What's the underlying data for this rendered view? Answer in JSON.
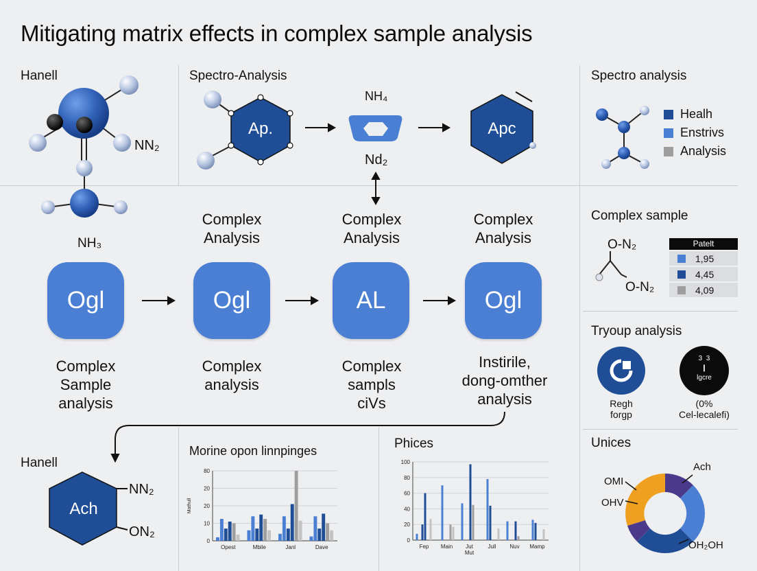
{
  "title": "Mitigating matrix effects in complex sample analysis",
  "top_left": {
    "label": "Hanell",
    "nn2": "NN₂",
    "nh3": "NH₃"
  },
  "spectro_panel": {
    "label": "Spectro-Analysis",
    "hex1": "Ap.",
    "nh4": "NH₄",
    "nd2": "Nd₂",
    "hex2": "Apc"
  },
  "legend_panel": {
    "label": "Spectro analysis",
    "items": [
      {
        "label": "Healh",
        "color": "#1f4e96"
      },
      {
        "label": "Enstrivs",
        "color": "#4a7fd3"
      },
      {
        "label": "Analysis",
        "color": "#9e9e9e"
      }
    ]
  },
  "flow": {
    "top_captions": [
      "Complex\nAnalysis",
      "Complex\nAnalysis",
      "Complex\nAnalysis"
    ],
    "boxes": [
      "Ogl",
      "Ogl",
      "AL",
      "Ogl"
    ],
    "bottom_captions": [
      "Complex\nSample\nanalysis",
      "Complex\nanalysis",
      "Complex\nsampls\nciVs",
      "Instirile,\ndong-omther\nanalysis"
    ]
  },
  "complex_sample": {
    "label": "Complex sample",
    "o1": "O-N₂",
    "o2": "O-N₂",
    "table_header": "Patelt",
    "rows": [
      {
        "value": "1,95",
        "color": "#4a7fd3"
      },
      {
        "value": "4,45",
        "color": "#1f4e96"
      },
      {
        "value": "4,09",
        "color": "#9e9e9e"
      }
    ]
  },
  "tryoup": {
    "label": "Tryoup analysis",
    "left_caption": "Regh\nforgp",
    "right_inner": "3  3\n❙\nlgcre",
    "right_caption": "(0%\nCel-lecalefi)"
  },
  "bottom_left": {
    "label": "Hanell",
    "hex": "Ach",
    "nn2": "NN₂",
    "on2": "ON₂"
  },
  "unices": {
    "label": "Unices",
    "labels": [
      "Ach",
      "OMI",
      "OHV",
      "OH₂OH"
    ]
  },
  "chart_data": [
    {
      "type": "bar",
      "title": "Morine opon linnpinges",
      "ylabel": "Mathull",
      "categories": [
        "Opest",
        "Mbile",
        "Janl",
        "Dave"
      ],
      "yticks": [
        "0",
        "10",
        "20",
        "20",
        "80"
      ],
      "ylim": [
        0,
        80
      ],
      "series": [
        {
          "values": [
            4,
            12,
            8,
            5
          ],
          "color": "#4a7fd3"
        },
        {
          "values": [
            25,
            28,
            28,
            28
          ],
          "color": "#4a7fd3"
        },
        {
          "values": [
            14,
            14,
            14,
            14
          ],
          "color": "#1f4e96"
        },
        {
          "values": [
            22,
            30,
            42,
            31
          ],
          "color": "#1f4e96"
        },
        {
          "values": [
            20,
            25,
            82,
            20
          ],
          "color": "#9e9e9e"
        },
        {
          "values": [
            7,
            12,
            23,
            12
          ],
          "color": "#c3c3c3"
        }
      ]
    },
    {
      "type": "bar",
      "title": "Phices",
      "categories": [
        "Fep",
        "Main",
        "Jut\nMut",
        "Jull",
        "Nuv",
        "Mamp"
      ],
      "yticks": [
        "0",
        "20",
        "40",
        "60",
        "80",
        "100"
      ],
      "ylim": [
        0,
        100
      ],
      "series": [
        {
          "values": [
            8,
            0,
            47,
            0,
            24,
            0
          ],
          "color": "#4a7fd3"
        },
        {
          "values": [
            0,
            70,
            0,
            78,
            0,
            26
          ],
          "color": "#4a7fd3"
        },
        {
          "values": [
            20,
            0,
            0,
            44,
            0,
            22
          ],
          "color": "#1f4e96"
        },
        {
          "values": [
            60,
            0,
            97,
            0,
            24,
            0
          ],
          "color": "#1f4e96"
        },
        {
          "values": [
            0,
            20,
            45,
            0,
            5,
            0
          ],
          "color": "#9e9e9e"
        },
        {
          "values": [
            27,
            17,
            0,
            15,
            0,
            14
          ],
          "color": "#c3c3c3"
        }
      ]
    }
  ]
}
